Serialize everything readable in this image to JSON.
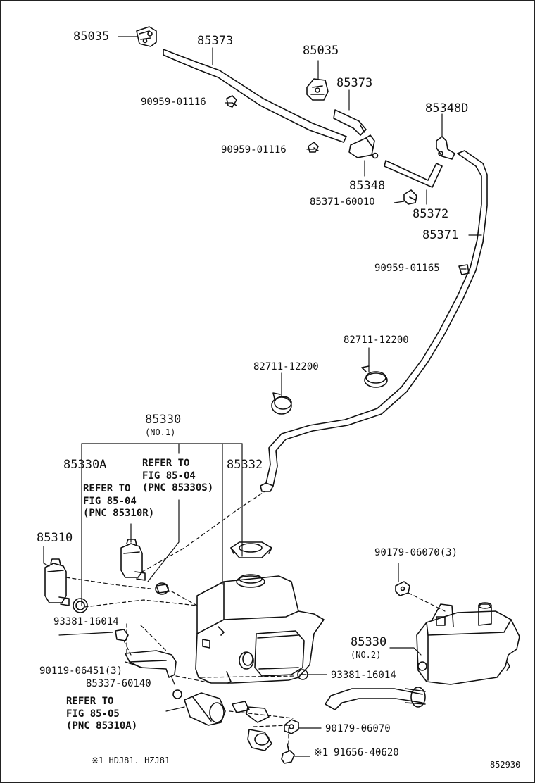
{
  "figure_id": "852930",
  "footnote": "※1 HDJ81. HZJ81",
  "labels": {
    "p85035_a": "85035",
    "p85373_a": "85373",
    "p85035_b": "85035",
    "p85373_b": "85373",
    "p90959_a": "90959-01116",
    "p90959_b": "90959-01116",
    "p85348d": "85348D",
    "p85348": "85348",
    "p85371_60010": "85371-60010",
    "p85372": "85372",
    "p85371": "85371",
    "p90959_c": "90959-01165",
    "p82711_a": "82711-12200",
    "p82711_b": "82711-12200",
    "p85330": "85330",
    "p85330_no1": "(NO.1)",
    "p85330a": "85330A",
    "p85332": "85332",
    "p85310": "85310",
    "p93381_a": "93381-16014",
    "p90119": "90119-06451(3)",
    "p85337": "85337-60140",
    "p93381_b": "93381-16014",
    "p90179_a": "90179-06070(3)",
    "p85330_b": "85330",
    "p85330_no2": "(NO.2)",
    "p90179_b": "90179-06070",
    "p91656": "91656-40620",
    "p91656_mark": "※1"
  },
  "refs": {
    "ref1": [
      "REFER TO",
      "FIG 85-04",
      "(PNC 85330S)"
    ],
    "ref2": [
      "REFER TO",
      "FIG 85-04",
      "(PNC 85310R)"
    ],
    "ref3": [
      "REFER TO",
      "FIG 85-05",
      "(PNC 85310A)"
    ]
  }
}
